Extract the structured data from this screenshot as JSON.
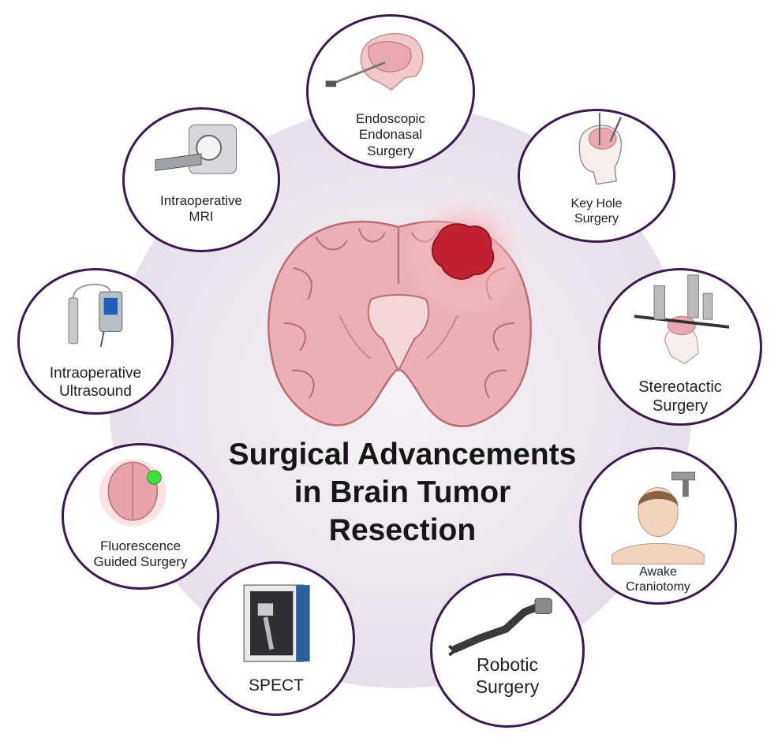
{
  "title": {
    "lines": [
      "Surgical Advancements",
      "in Brain Tumor",
      "Resection"
    ]
  },
  "colors": {
    "ring": "#3b1a4f",
    "halo": "#ece4ef",
    "brain": "#e8a8ae",
    "brain_line": "#b96e77",
    "tumor": "#c0222f",
    "fluorescence": "#3ee03a"
  },
  "techniques": [
    {
      "id": "endoscopic",
      "lines": [
        "Endoscopic",
        "Endonasal",
        "Surgery"
      ],
      "icon": "endoscope-head-icon"
    },
    {
      "id": "keyhole",
      "lines": [
        "Key Hole",
        "Surgery"
      ],
      "icon": "head-needle-icon"
    },
    {
      "id": "stereotactic",
      "lines": [
        "Stereotactic",
        "Surgery"
      ],
      "icon": "stereotactic-frame-icon"
    },
    {
      "id": "awake",
      "lines": [
        "Awake",
        "Craniotomy"
      ],
      "icon": "patient-drill-icon"
    },
    {
      "id": "robotic",
      "lines": [
        "Robotic",
        "Surgery"
      ],
      "icon": "robotic-arm-icon"
    },
    {
      "id": "spect",
      "lines": [
        "SPECT"
      ],
      "icon": "spect-scanner-icon"
    },
    {
      "id": "fluorescence",
      "lines": [
        "Fluorescence",
        "Guided Surgery"
      ],
      "icon": "fluorescent-brain-icon"
    },
    {
      "id": "ultrasound",
      "lines": [
        "Intraoperative",
        "Ultrasound"
      ],
      "icon": "ultrasound-device-icon"
    },
    {
      "id": "mri",
      "lines": [
        "Intraoperative",
        "MRI"
      ],
      "icon": "mri-scanner-icon"
    }
  ]
}
